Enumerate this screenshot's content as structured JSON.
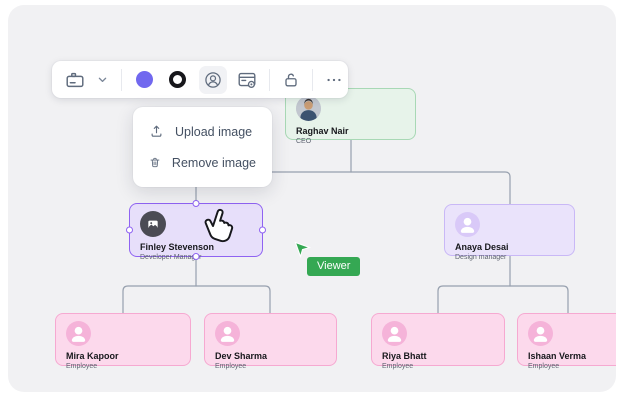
{
  "toolbar": {
    "icons": [
      {
        "name": "id-badge-icon"
      },
      {
        "name": "chevron-down-icon"
      },
      {
        "name": "fill-color-swatch"
      },
      {
        "name": "stroke-color-swatch"
      },
      {
        "name": "avatar-icon"
      },
      {
        "name": "card-visibility-icon"
      },
      {
        "name": "unlock-icon"
      },
      {
        "name": "more-icon"
      }
    ],
    "fill_color": "#7168ef",
    "stroke_color": "#17171b"
  },
  "menu": {
    "items": [
      {
        "icon": "upload-icon",
        "label": "Upload image"
      },
      {
        "icon": "trash-icon",
        "label": "Remove image"
      }
    ]
  },
  "collaborator": {
    "label": "Viewer",
    "color": "#35a853"
  },
  "org_chart": {
    "nodes": [
      {
        "name": "Raghav Nair",
        "role": "CEO",
        "color": "green",
        "avatar": "photo"
      },
      {
        "name": "Finley Stevenson",
        "role": "Developer Manager",
        "color": "purple",
        "avatar": "image-placeholder",
        "selected": true
      },
      {
        "name": "Anaya Desai",
        "role": "Design manager",
        "color": "purple",
        "avatar": "person"
      },
      {
        "name": "Mira Kapoor",
        "role": "Employee",
        "color": "pink",
        "avatar": "person"
      },
      {
        "name": "Dev Sharma",
        "role": "Employee",
        "color": "pink",
        "avatar": "person"
      },
      {
        "name": "Riya Bhatt",
        "role": "Employee",
        "color": "pink",
        "avatar": "person"
      },
      {
        "name": "Ishaan Verma",
        "role": "Employee",
        "color": "pink",
        "avatar": "person"
      }
    ]
  },
  "colors": {
    "canvas_bg": "#f1f1f3",
    "green_node_bg": "#e7f3ea",
    "green_node_border": "#a8d8b5",
    "purple_node_bg": "#eae3fb",
    "purple_selected_border": "#8f63f2",
    "pink_node_bg": "#fcd9ec",
    "pink_node_border": "#f6a9d1",
    "connector": "#97a0ae",
    "viewer_green": "#35a853"
  }
}
